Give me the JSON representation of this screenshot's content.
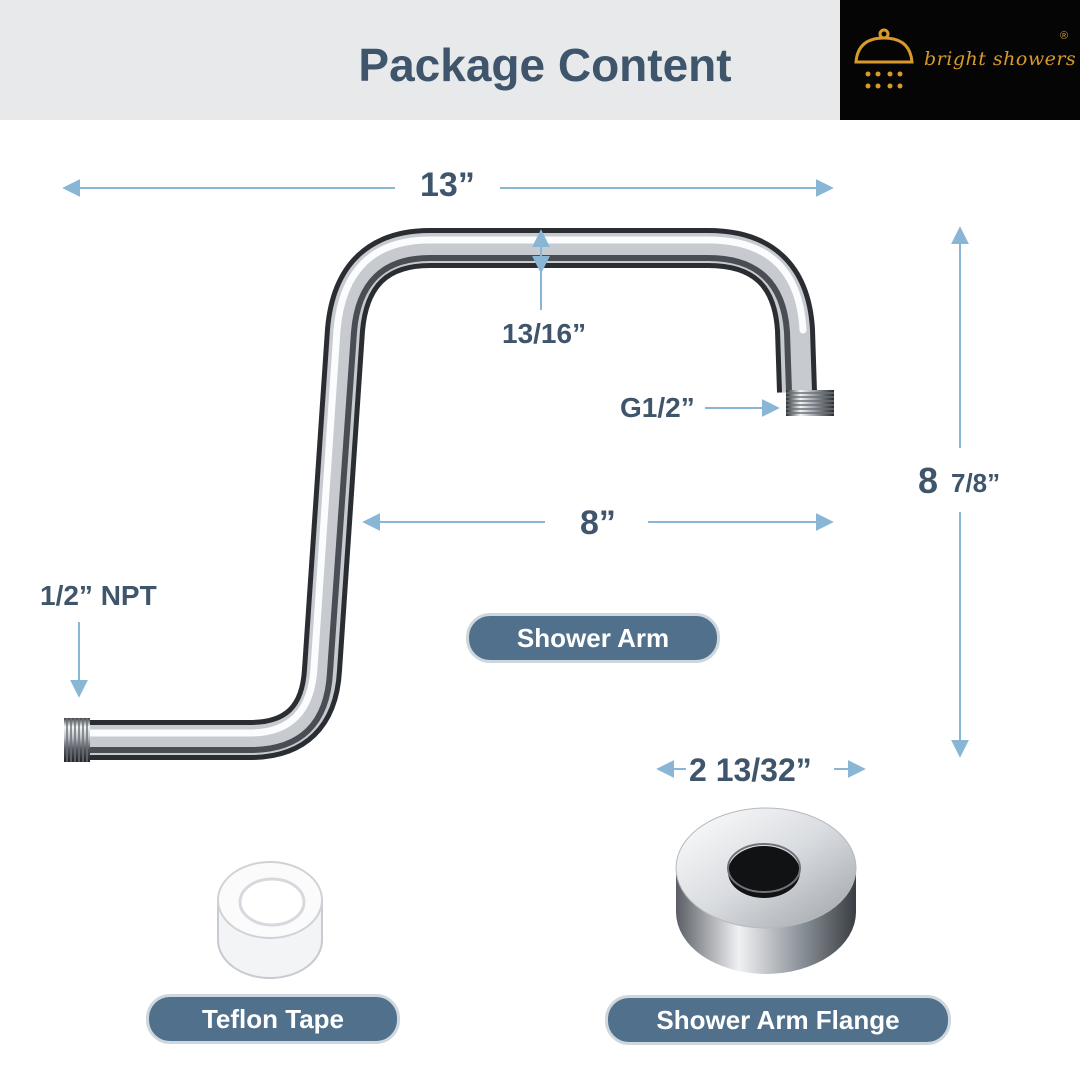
{
  "header": {
    "title": "Package Content"
  },
  "logo": {
    "brand": "bright showers",
    "registered": "®"
  },
  "dimensions": {
    "overall_length": "13”",
    "pipe_diameter": "13/16”",
    "outlet_thread": "G1/2”",
    "height_main": "8",
    "height_fraction": "7/8”",
    "reach": "8”",
    "inlet_thread": "1/2” NPT",
    "flange_diameter": "2 13/32”"
  },
  "labels": {
    "shower_arm": "Shower Arm",
    "teflon_tape": "Teflon Tape",
    "flange": "Shower Arm Flange"
  },
  "colors": {
    "title": "#3f556b",
    "arrow": "#8ab6d6",
    "pill": "#51708b",
    "logo_gold": "#d89a2a"
  }
}
